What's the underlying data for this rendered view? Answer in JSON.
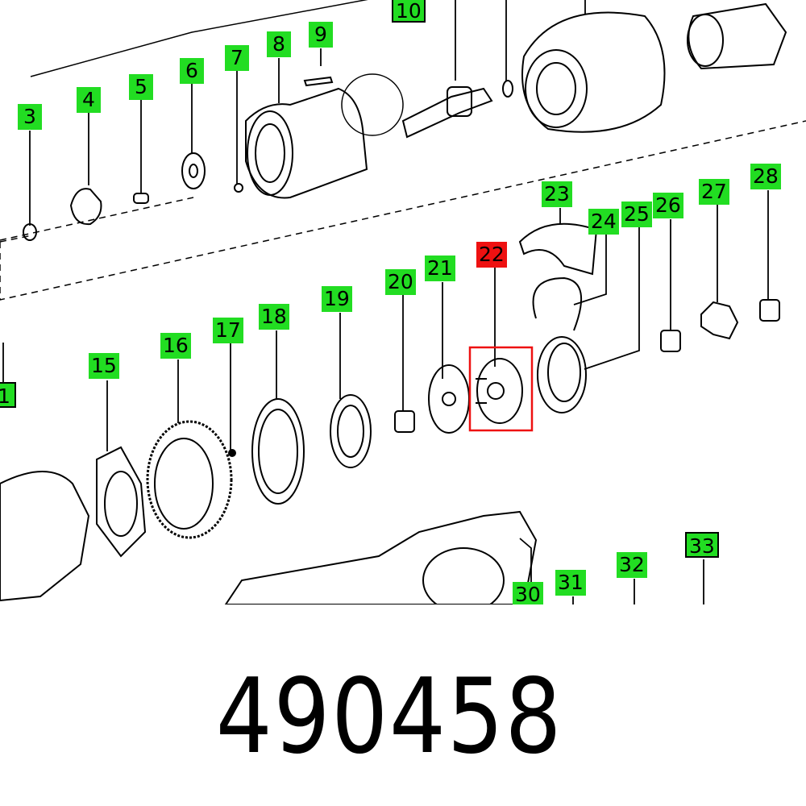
{
  "part_number": "490458",
  "highlight_color": "#ee1111",
  "label_color": "#22dd22",
  "labels": [
    {
      "id": "1",
      "highlighted": false
    },
    {
      "id": "3",
      "highlighted": false
    },
    {
      "id": "4",
      "highlighted": false
    },
    {
      "id": "5",
      "highlighted": false
    },
    {
      "id": "6",
      "highlighted": false
    },
    {
      "id": "7",
      "highlighted": false
    },
    {
      "id": "8",
      "highlighted": false
    },
    {
      "id": "9",
      "highlighted": false
    },
    {
      "id": "10",
      "highlighted": false
    },
    {
      "id": "15",
      "highlighted": false
    },
    {
      "id": "16",
      "highlighted": false
    },
    {
      "id": "17",
      "highlighted": false
    },
    {
      "id": "18",
      "highlighted": false
    },
    {
      "id": "19",
      "highlighted": false
    },
    {
      "id": "20",
      "highlighted": false
    },
    {
      "id": "21",
      "highlighted": false
    },
    {
      "id": "22",
      "highlighted": true
    },
    {
      "id": "23",
      "highlighted": false
    },
    {
      "id": "24",
      "highlighted": false
    },
    {
      "id": "25",
      "highlighted": false
    },
    {
      "id": "26",
      "highlighted": false
    },
    {
      "id": "27",
      "highlighted": false
    },
    {
      "id": "28",
      "highlighted": false
    },
    {
      "id": "30",
      "highlighted": false
    },
    {
      "id": "31",
      "highlighted": false
    },
    {
      "id": "32",
      "highlighted": false
    },
    {
      "id": "33",
      "highlighted": false
    }
  ]
}
